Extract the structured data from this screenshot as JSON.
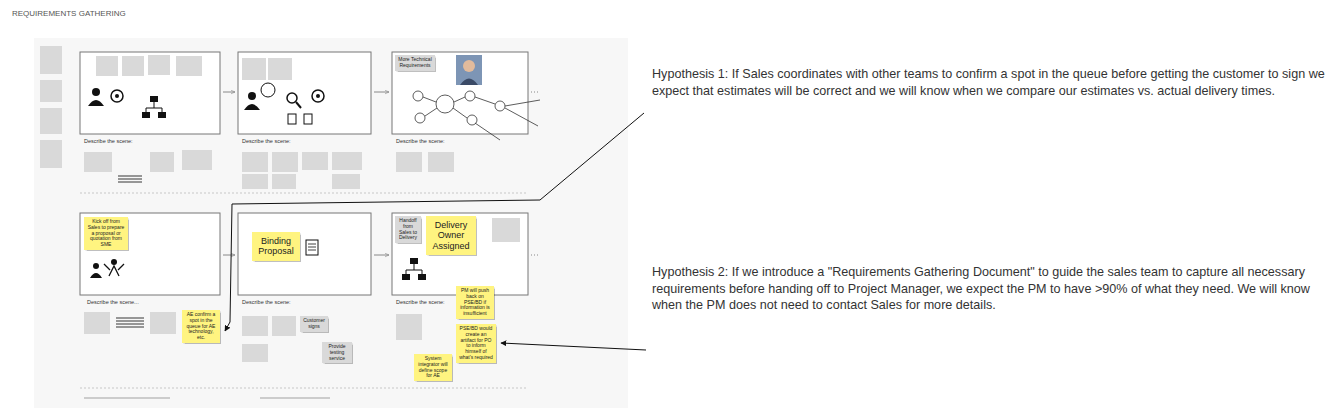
{
  "diagram": {
    "title": "REQUIREMENTS GATHERING",
    "nodes": [
      {
        "text": [
          "More Technical Requirements"
        ]
      },
      {
        "text": [
          "Kick off from Sales to prepare a proposal or quotation from SME"
        ]
      },
      {
        "text": [
          "Binding Proposal"
        ]
      },
      {
        "text": [
          "Handoff from Sales to Delivery"
        ]
      },
      {
        "text": [
          "Delivery Owner Assigned"
        ]
      },
      {
        "text": [
          "AE confirm a spot in the queue for AE technology, etc."
        ]
      },
      {
        "text": [
          "Customer signs"
        ]
      },
      {
        "text": [
          "Provide testing service"
        ]
      },
      {
        "text": [
          "PM will push back on PSE/BD if information is insufficient"
        ]
      },
      {
        "text": [
          "PSE/BD would create an artifact for PO to inform himself of what's required"
        ]
      },
      {
        "text": [
          "System integrator will define scope for AE"
        ]
      }
    ],
    "labels": [
      "Describe the scene:",
      "Describe the scene:",
      "Describe the scene:",
      "Describe the scene...",
      "Describe the scene:",
      "Describe the scene:",
      "Hypothesis 1: If Sales coordinates with other teams to confirm a spot in the queue before getting the customer to sign we expect that estimates will be correct and we will know when we compare our estimates vs. actual delivery times.",
      "Hypothesis 2: If we introduce a \"Requirements Gathering Document\" to guide the sales team to capture all necessary requirements before handing off to Project Manager, we expect the PM to have >90% of what they need. We will know when the PM does not need to contact Sales for more details."
    ]
  }
}
